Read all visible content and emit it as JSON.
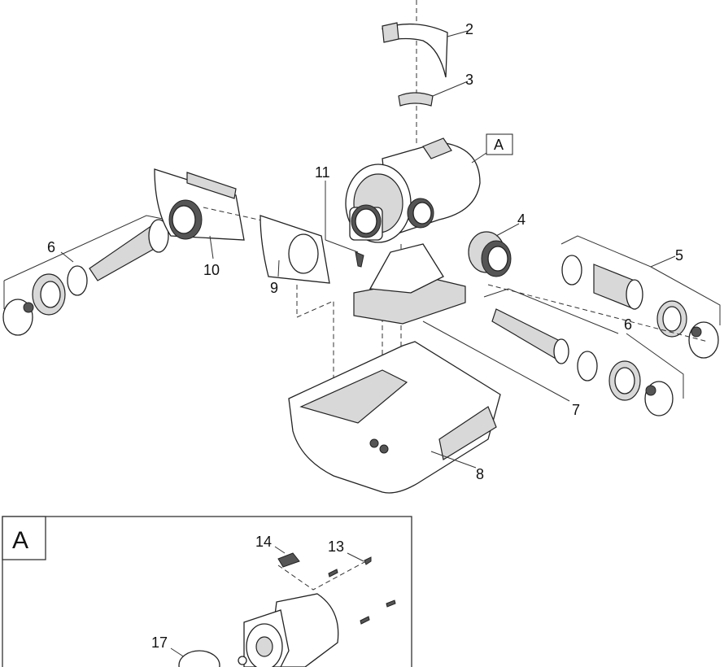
{
  "diagram": {
    "labels": {
      "p2": "2",
      "p3": "3",
      "pA": "A",
      "p11": "11",
      "p4": "4",
      "p5": "5",
      "p6_left": "6",
      "p10": "10",
      "p9": "9",
      "p6_right": "6",
      "p7": "7",
      "p8": "8"
    },
    "detail_A": {
      "title": "A",
      "labels": {
        "p14": "14",
        "p13": "13",
        "p17": "17"
      }
    }
  }
}
